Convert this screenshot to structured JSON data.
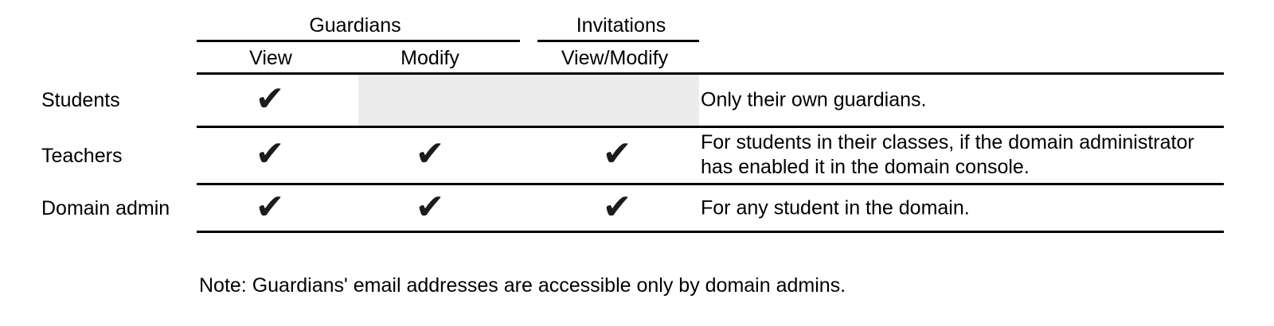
{
  "table": {
    "column_groups": [
      {
        "label": "Guardians",
        "columns": [
          "View",
          "Modify"
        ]
      },
      {
        "label": "Invitations",
        "columns": [
          "View/Modify"
        ]
      }
    ],
    "rows": [
      {
        "label": "Students",
        "checks": {
          "view": true,
          "modify": false,
          "view_modify": false
        },
        "note": "Only their own guardians."
      },
      {
        "label": "Teachers",
        "checks": {
          "view": true,
          "modify": true,
          "view_modify": true
        },
        "note": "For students in their classes, if the domain administrator has enabled it in the domain console."
      },
      {
        "label": "Domain admin",
        "checks": {
          "view": true,
          "modify": true,
          "view_modify": true
        },
        "note": "For any student in the domain."
      }
    ]
  },
  "footnote": "Note: Guardians' email addresses are accessible only by domain admins.",
  "glyphs": {
    "check": "✔"
  },
  "colors": {
    "text": "#000000",
    "rule": "#000000",
    "check": "#1c1c1c",
    "disabled_cell_bg": "#ececec",
    "background": "#ffffff"
  }
}
